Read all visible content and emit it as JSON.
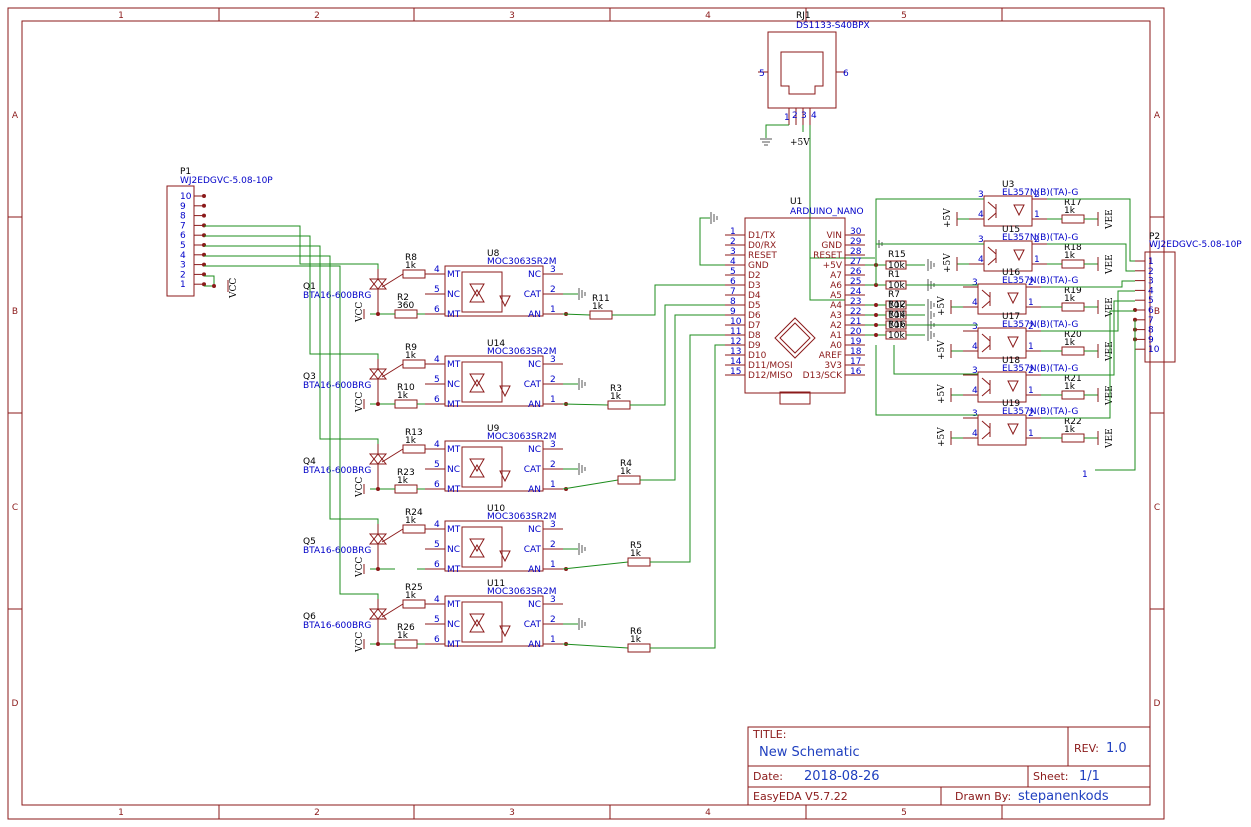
{
  "frame": {
    "columns": [
      "1",
      "2",
      "3",
      "4",
      "5"
    ],
    "rows": [
      "A",
      "B",
      "C",
      "D"
    ]
  },
  "title_block": {
    "title_label": "TITLE:",
    "title": "New Schematic",
    "rev_label": "REV:",
    "rev": "1.0",
    "date_label": "Date:",
    "date": "2018-08-26",
    "sheet_label": "Sheet:",
    "sheet": "1/1",
    "tool": "EasyEDA V5.7.22",
    "drawn_by_label": "Drawn By:",
    "drawn_by": "stepanenkods"
  },
  "connectors": {
    "p1": {
      "ref": "P1",
      "value": "WJ2EDGVC-5.08-10P",
      "pins": [
        "10",
        "9",
        "8",
        "7",
        "6",
        "5",
        "4",
        "3",
        "2",
        "1"
      ]
    },
    "p2": {
      "ref": "P2",
      "value": "WJ2EDGVC-5.08-10P",
      "pins": [
        "1",
        "2",
        "3",
        "4",
        "5",
        "6",
        "7",
        "8",
        "9",
        "10"
      ]
    },
    "rj1": {
      "ref": "RJ1",
      "value": "DS1133-S40BPX",
      "pins": [
        "5",
        "6",
        "1",
        "2",
        "3",
        "4"
      ]
    },
    "p2_extra_label": "1"
  },
  "arduino": {
    "ref": "U1",
    "value": "ARDUINO_NANO",
    "left_pins": [
      {
        "n": "1",
        "name": "D1/TX"
      },
      {
        "n": "2",
        "name": "D0/RX"
      },
      {
        "n": "3",
        "name": "RESET"
      },
      {
        "n": "4",
        "name": "GND"
      },
      {
        "n": "5",
        "name": "D2"
      },
      {
        "n": "6",
        "name": "D3"
      },
      {
        "n": "7",
        "name": "D4"
      },
      {
        "n": "8",
        "name": "D5"
      },
      {
        "n": "9",
        "name": "D6"
      },
      {
        "n": "10",
        "name": "D7"
      },
      {
        "n": "11",
        "name": "D8"
      },
      {
        "n": "12",
        "name": "D9"
      },
      {
        "n": "13",
        "name": "D10"
      },
      {
        "n": "14",
        "name": "D11/MOSI"
      },
      {
        "n": "15",
        "name": "D12/MISO"
      }
    ],
    "right_pins": [
      {
        "n": "30",
        "name": "VIN"
      },
      {
        "n": "29",
        "name": "GND"
      },
      {
        "n": "28",
        "name": "RESET"
      },
      {
        "n": "27",
        "name": "+5V"
      },
      {
        "n": "26",
        "name": "A7"
      },
      {
        "n": "25",
        "name": "A6"
      },
      {
        "n": "24",
        "name": "A5"
      },
      {
        "n": "23",
        "name": "A4"
      },
      {
        "n": "22",
        "name": "A3"
      },
      {
        "n": "21",
        "name": "A2"
      },
      {
        "n": "20",
        "name": "A1"
      },
      {
        "n": "19",
        "name": "A0"
      },
      {
        "n": "18",
        "name": "AREF"
      },
      {
        "n": "17",
        "name": "3V3"
      },
      {
        "n": "16",
        "name": "D13/SCK"
      }
    ]
  },
  "channels": [
    {
      "q": "Q1",
      "triac": "BTA16-600BRG",
      "u": "U8",
      "opto": "MOC3063SR2M",
      "ra": "R8",
      "ra_val": "1k",
      "rb": "R2",
      "rb_val": "360",
      "rc": "R11",
      "rc_val": "1k"
    },
    {
      "q": "Q3",
      "triac": "BTA16-600BRG",
      "u": "U14",
      "opto": "MOC3063SR2M",
      "ra": "R9",
      "ra_val": "1k",
      "rb": "R10",
      "rb_val": "1k",
      "rc": "R3",
      "rc_val": "1k"
    },
    {
      "q": "Q4",
      "triac": "BTA16-600BRG",
      "u": "U9",
      "opto": "MOC3063SR2M",
      "ra": "R13",
      "ra_val": "1k",
      "rb": "R23",
      "rb_val": "1k",
      "rc": "R4",
      "rc_val": "1k"
    },
    {
      "q": "Q5",
      "triac": "BTA16-600BRG",
      "u": "U10",
      "opto": "MOC3063SR2M",
      "ra": "R24",
      "ra_val": "1k",
      "rb": "",
      "rb_val": "",
      "rc": "R5",
      "rc_val": "1k"
    },
    {
      "q": "Q6",
      "triac": "BTA16-600BRG",
      "u": "U11",
      "opto": "MOC3063SR2M",
      "ra": "R25",
      "ra_val": "1k",
      "rb": "R26",
      "rb_val": "1k",
      "rc": "R6",
      "rc_val": "1k"
    }
  ],
  "moc_pins": {
    "mt4": "MT",
    "n4": "4",
    "nc5": "NC",
    "n5": "5",
    "mt6": "MT",
    "n6": "6",
    "nc3": "NC",
    "n3": "3",
    "cat": "CAT",
    "n2": "2",
    "an": "AN",
    "n1": "1"
  },
  "optocouplers": [
    {
      "u": "U3",
      "value": "EL357N(B)(TA)-G",
      "r": "R17",
      "r_val": "1k"
    },
    {
      "u": "U15",
      "value": "EL357N(B)(TA)-G",
      "r": "R18",
      "r_val": "1k"
    },
    {
      "u": "U16",
      "value": "EL357N(B)(TA)-G",
      "r": "R19",
      "r_val": "1k"
    },
    {
      "u": "U17",
      "value": "EL357N(B)(TA)-G",
      "r": "R20",
      "r_val": "1k"
    },
    {
      "u": "U18",
      "value": "EL357N(B)(TA)-G",
      "r": "R21",
      "r_val": "1k"
    },
    {
      "u": "U19",
      "value": "EL357N(B)(TA)-G",
      "r": "R22",
      "r_val": "1k"
    }
  ],
  "pullups": [
    {
      "r": "R15",
      "val": "10k"
    },
    {
      "r": "R1",
      "val": "10k"
    },
    {
      "r": "R7",
      "val": "10k"
    },
    {
      "r": "R12",
      "val": "10k"
    },
    {
      "r": "R14",
      "val": "10k"
    },
    {
      "r": "R16",
      "val": "10k"
    }
  ],
  "nets": {
    "vcc": "VCC",
    "vee": "VEE",
    "p5v": "+5V"
  }
}
